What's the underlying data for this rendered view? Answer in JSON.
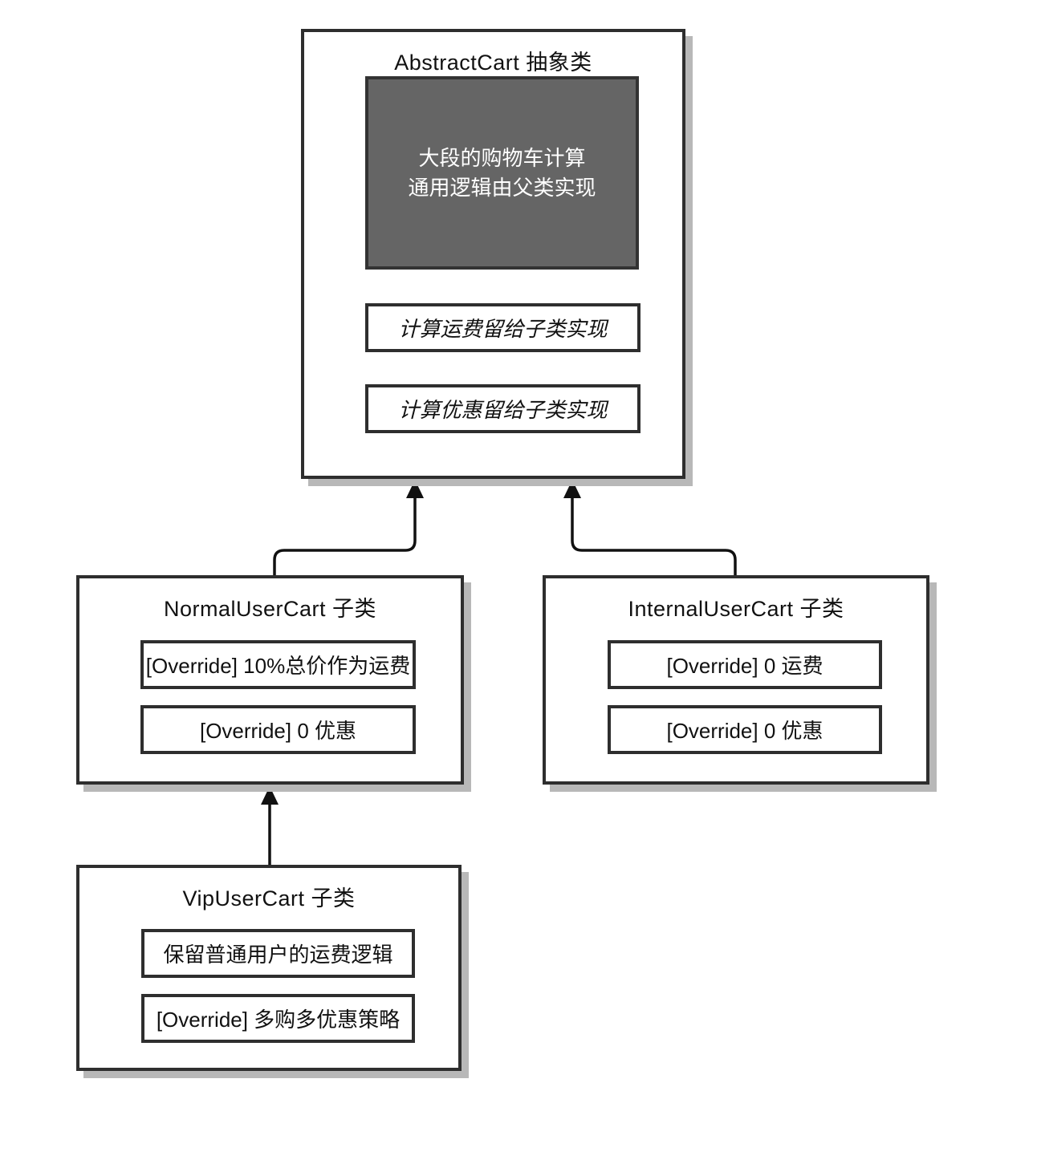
{
  "diagram_type": "class-inheritance",
  "colors": {
    "background": "#ffffff",
    "box_border": "#2e2e2e",
    "box_shadow": "#b8b8b8",
    "note_fill": "#656565",
    "note_border": "#333333",
    "note_text": "#ffffff",
    "connector": "#111111",
    "text": "#111111"
  },
  "classes": {
    "abstract": {
      "title": "AbstractCart 抽象类",
      "note_line1": "大段的购物车计算",
      "note_line2": "通用逻辑由父类实现",
      "methods": [
        "计算运费留给子类实现",
        "计算优惠留给子类实现"
      ]
    },
    "normal": {
      "title": "NormalUserCart 子类",
      "methods": [
        "[Override] 10%总价作为运费",
        "[Override] 0 优惠"
      ]
    },
    "internal": {
      "title": "InternalUserCart 子类",
      "methods": [
        "[Override] 0 运费",
        "[Override] 0 优惠"
      ]
    },
    "vip": {
      "title": "VipUserCart 子类",
      "methods": [
        "保留普通用户的运费逻辑",
        "[Override] 多购多优惠策略"
      ]
    }
  },
  "relations": [
    {
      "from": "NormalUserCart",
      "to": "AbstractCart",
      "type": "inheritance"
    },
    {
      "from": "InternalUserCart",
      "to": "AbstractCart",
      "type": "inheritance"
    },
    {
      "from": "VipUserCart",
      "to": "NormalUserCart",
      "type": "inheritance"
    }
  ]
}
